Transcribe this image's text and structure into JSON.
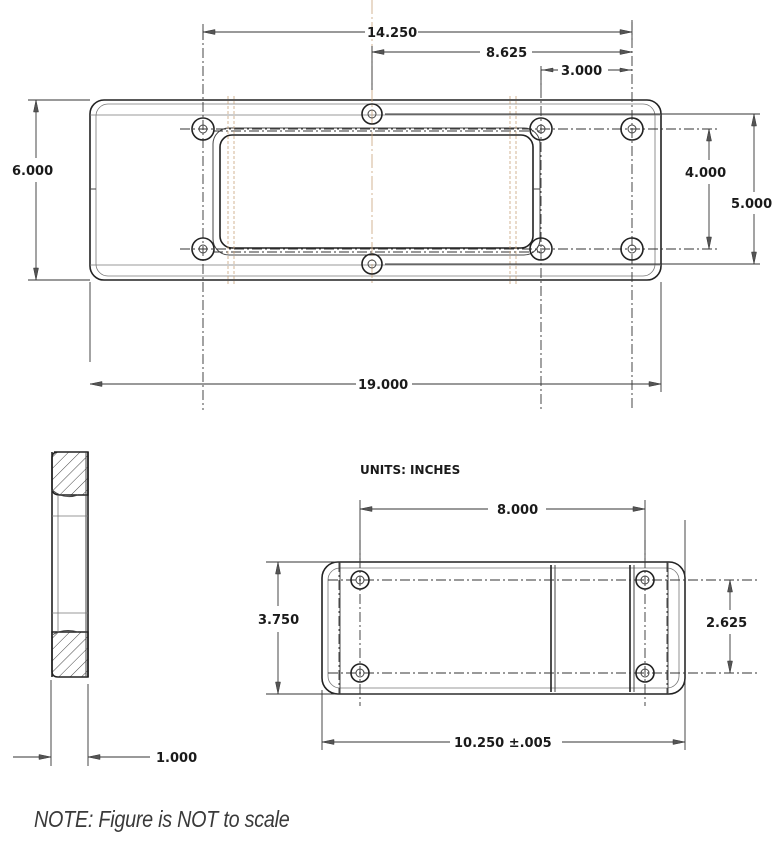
{
  "drawing": {
    "top_view": {
      "dimensions": {
        "overall_length": "19.000",
        "overall_height": "6.000",
        "hole_span_outer": "14.250",
        "hole_span_center_to_right": "8.625",
        "hole_span_right_pair": "3.000",
        "inner_hole_spacing": "4.000",
        "outer_hole_spacing": "5.000"
      }
    },
    "side_view": {
      "dimensions": {
        "thickness": "1.000"
      }
    },
    "bottom_view": {
      "units_label": "UNITS: INCHES",
      "dimensions": {
        "hole_span": "8.000",
        "overall_height": "3.750",
        "hole_spacing": "2.625",
        "overall_length": "10.250 ±.005"
      }
    },
    "note": "NOTE: Figure is NOT to scale"
  }
}
